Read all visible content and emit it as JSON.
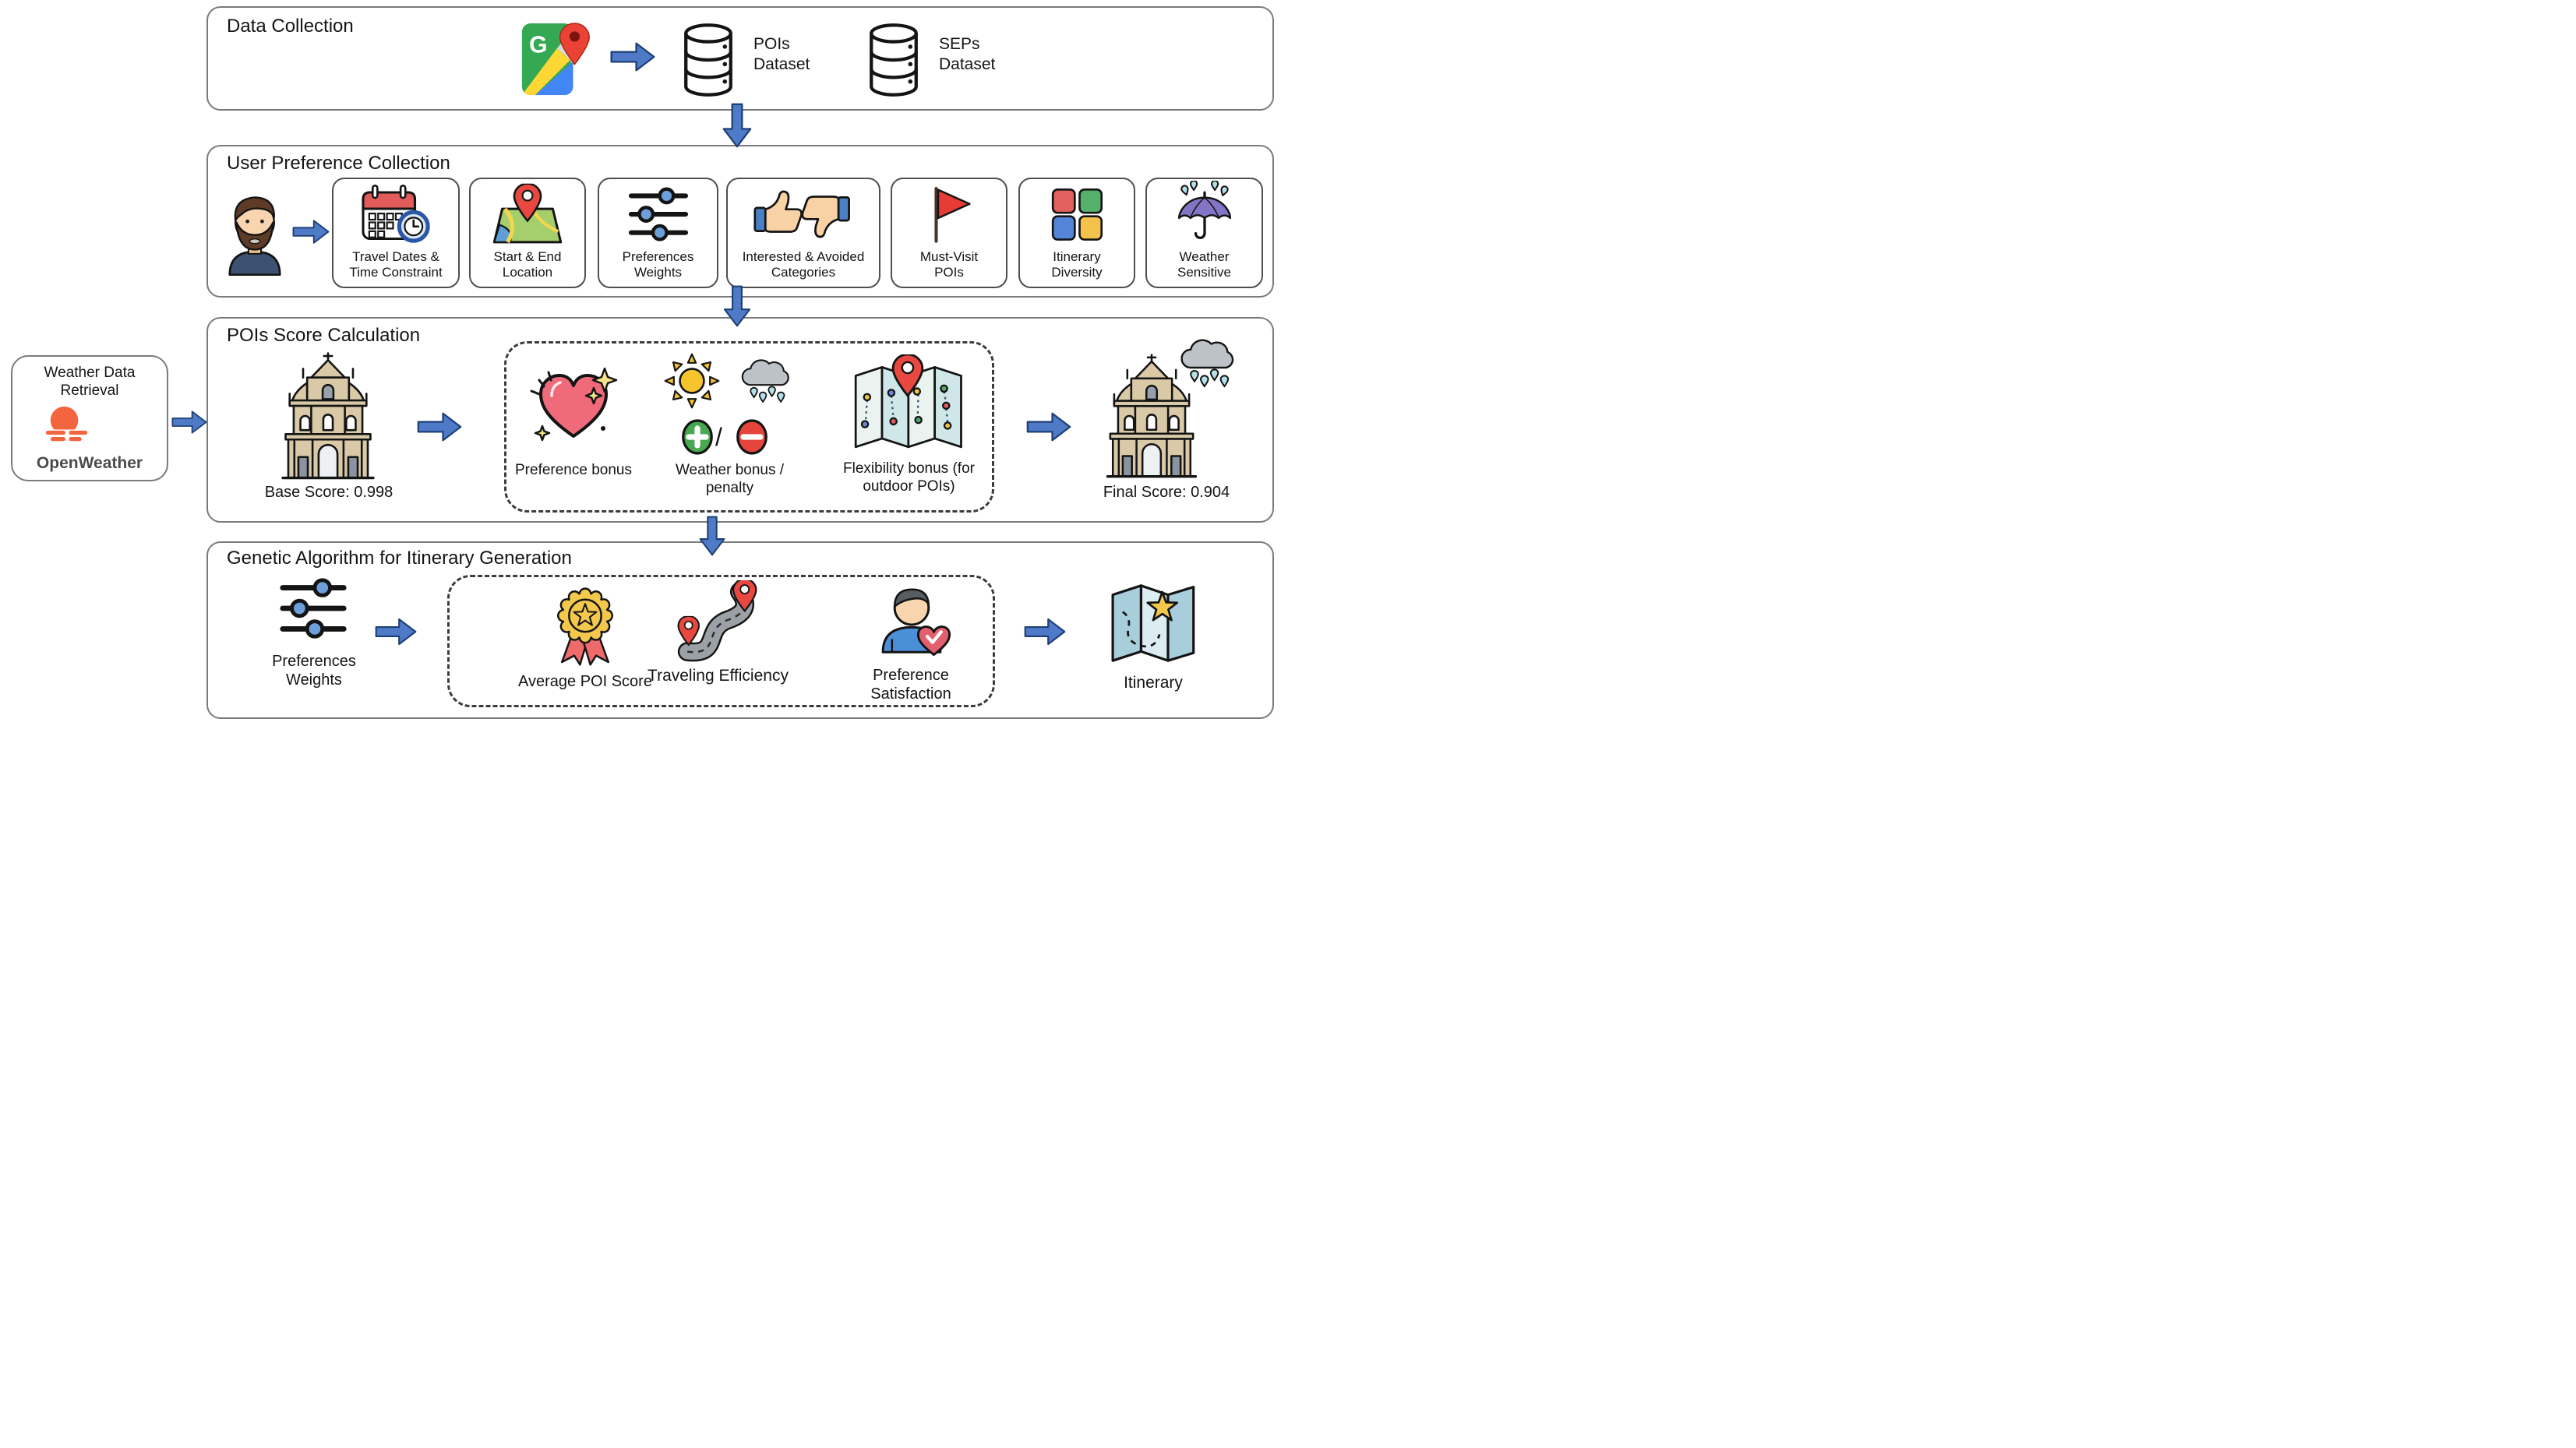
{
  "colors": {
    "arrow_fill": "#4f7ac8",
    "arrow_stroke": "#1d3f73",
    "panel_border": "#7a7a7a",
    "box_border": "#4f4f4f",
    "openweather_orange": "#f2653f",
    "church_tan": "#d9c9a7"
  },
  "panels": {
    "data_collection": {
      "title": "Data Collection",
      "source_icon": "google-maps-icon",
      "datasets": [
        {
          "icon": "database-icon",
          "label": "POIs Dataset"
        },
        {
          "icon": "database-icon",
          "label": "SEPs Dataset"
        }
      ]
    },
    "user_preference_collection": {
      "title": "User Preference Collection",
      "user_icon": "traveler-avatar-icon",
      "items": [
        {
          "icon": "calendar-clock-icon",
          "label": "Travel Dates & Time Constraint"
        },
        {
          "icon": "map-location-pin-icon",
          "label": "Start & End Location"
        },
        {
          "icon": "sliders-icon",
          "label": "Preferences Weights"
        },
        {
          "icon": "thumbs-up-down-icon",
          "label": "Interested & Avoided Categories"
        },
        {
          "icon": "flag-icon",
          "label": "Must-Visit POIs"
        },
        {
          "icon": "color-squares-icon",
          "label": "Itinerary Diversity"
        },
        {
          "icon": "umbrella-rain-icon",
          "label": "Weather Sensitive"
        }
      ]
    },
    "weather_data_retrieval": {
      "title": "Weather Data Retrieval",
      "icon": "openweather-sun-icon",
      "brand": "OpenWeather"
    },
    "pois_score_calculation": {
      "title": "POIs Score Calculation",
      "poi_icon": "church-facade-icon",
      "base_score": "Base Score: 0.998",
      "final_score": "Final Score: 0.904",
      "separator": "/",
      "modifiers": [
        {
          "icon": "sparkling-heart-icon",
          "label": "Preference bonus"
        },
        {
          "icon": "sun-rain-plus-minus-icons",
          "label": "Weather bonus / penalty"
        },
        {
          "icon": "folded-map-pin-icon",
          "label": "Flexibility bonus (for outdoor POIs)"
        }
      ]
    },
    "genetic_algorithm": {
      "title": "Genetic Algorithm for Itinerary Generation",
      "input": {
        "icon": "sliders-icon",
        "label": "Preferences Weights"
      },
      "criteria": [
        {
          "icon": "medal-star-icon",
          "label": "Average POI Score"
        },
        {
          "icon": "route-pins-icon",
          "label": "Traveling Efficiency"
        },
        {
          "icon": "person-heart-check-icon",
          "label": "Preference Satisfaction"
        }
      ],
      "output": {
        "icon": "itinerary-map-icon",
        "label": "Itinerary"
      }
    }
  }
}
